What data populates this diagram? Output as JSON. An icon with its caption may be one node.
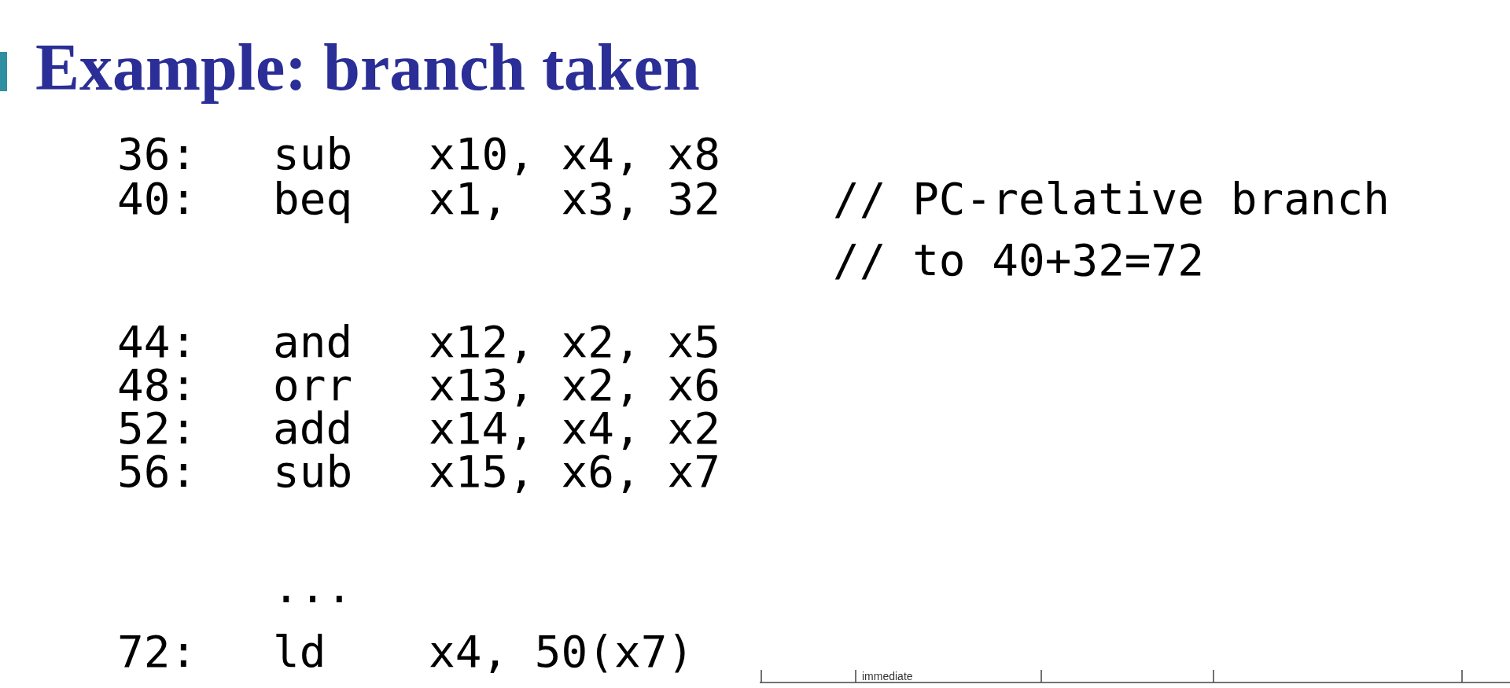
{
  "diagram": {
    "title": "Example: branch taken",
    "labels": [
      "36:",
      "sub",
      "x10, x4, x8",
      "40:",
      "beq",
      "x1,  x3, 32",
      "// PC-relative branch",
      "// to 40+32=72",
      "44:",
      "and",
      "x12, x2, x5",
      "48:",
      "orr",
      "x13, x2, x6",
      "52:",
      "add",
      "x14, x4, x2",
      "56:",
      "sub",
      "x15, x6, x7",
      "...",
      "72:",
      "ld",
      "x4, 50(x7)",
      "immediate"
    ]
  }
}
